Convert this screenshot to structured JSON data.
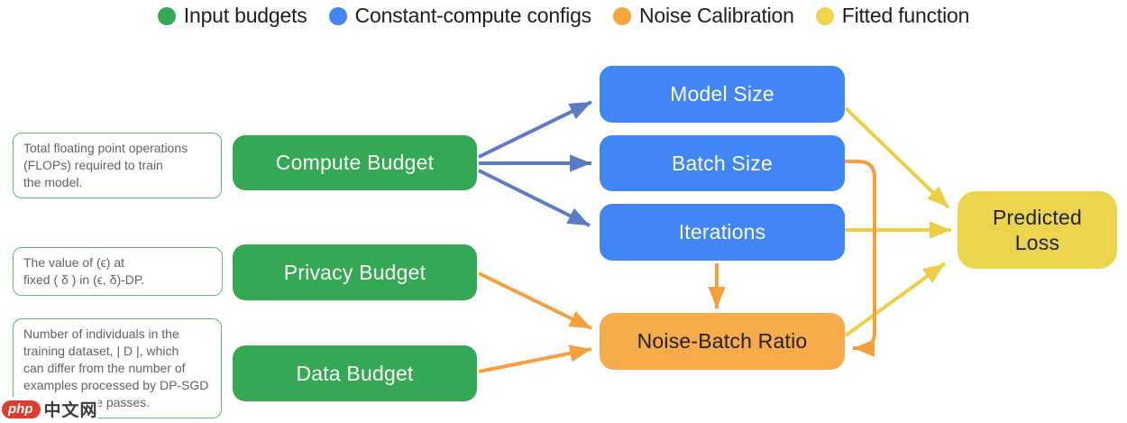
{
  "legend": {
    "items": [
      {
        "label": "Input budgets",
        "color": "#34A853"
      },
      {
        "label": "Constant-compute configs",
        "color": "#4285F4"
      },
      {
        "label": "Noise Calibration",
        "color": "#F6A73B"
      },
      {
        "label": "Fitted function",
        "color": "#EFD44E"
      }
    ]
  },
  "notes": [
    {
      "text": "Total floating point operations\n(FLOPs) required to train\nthe model."
    },
    {
      "text": "The value of (ϵ) at\nfixed ( δ ) in (ϵ, δ)-DP."
    },
    {
      "text": "Number of individuals in the\ntraining dataset, | D |, which\ncan differ from the number of\nexamples processed by DP-SGD\nunder multiple passes."
    }
  ],
  "nodes": {
    "compute_budget": {
      "label": "Compute Budget",
      "color": "#34A853"
    },
    "privacy_budget": {
      "label": "Privacy Budget",
      "color": "#34A853"
    },
    "data_budget": {
      "label": "Data Budget",
      "color": "#34A853"
    },
    "model_size": {
      "label": "Model Size",
      "color": "#4285F4"
    },
    "batch_size": {
      "label": "Batch Size",
      "color": "#4285F4"
    },
    "iterations": {
      "label": "Iterations",
      "color": "#4285F4"
    },
    "noise_batch_ratio": {
      "label": "Noise-Batch Ratio",
      "color": "#F7AB4A"
    },
    "predicted_loss": {
      "label": "Predicted\nLoss",
      "color": "#EDD44F"
    }
  },
  "arrow_colors": {
    "blue": "#5B7BC8",
    "orange": "#F5A03C",
    "yellow": "#EDCE45"
  },
  "watermark": {
    "prefix": "php",
    "suffix": "中文网"
  }
}
